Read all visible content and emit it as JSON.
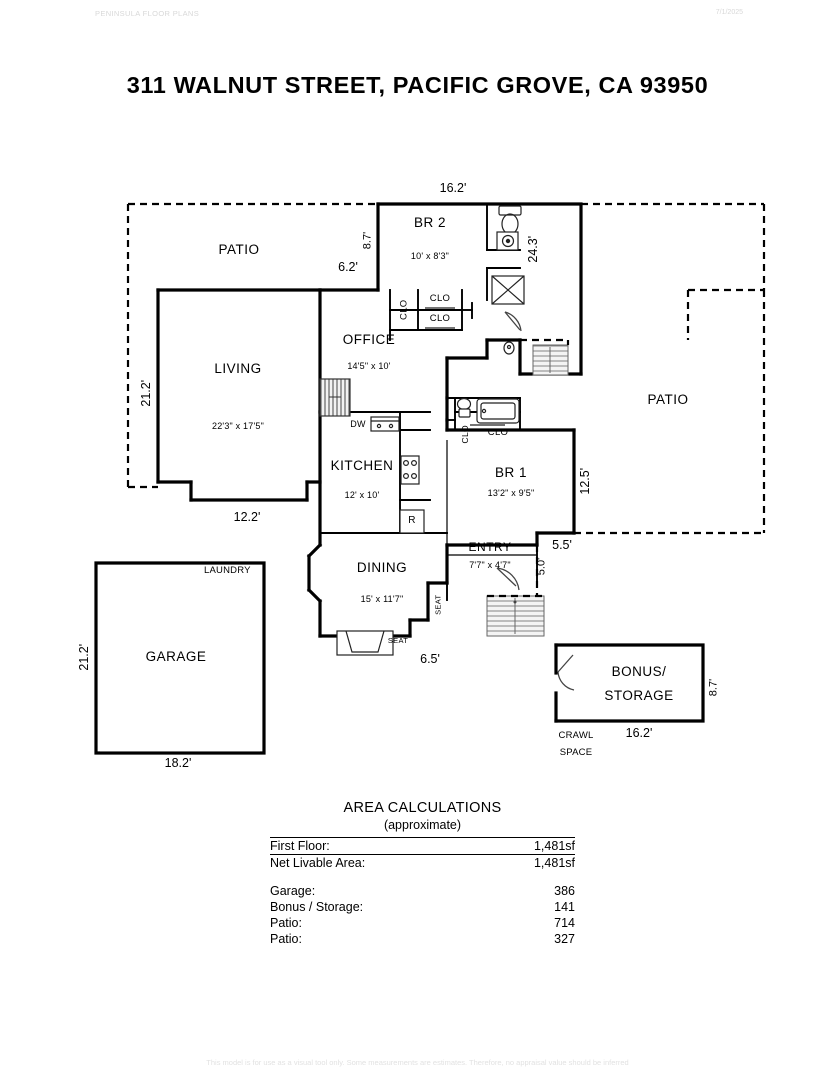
{
  "header": {
    "left": "PENINSULA FLOOR PLANS",
    "right": "7/1/2025"
  },
  "title": "311 WALNUT STREET, PACIFIC GROVE, CA  93950",
  "footer": "This model is for use as a visual tool only.  Some measurements are estimates. Therefore, no appraisal value should be inferred",
  "rooms": {
    "patio_left": {
      "name": "PATIO"
    },
    "patio_right": {
      "name": "PATIO"
    },
    "br2": {
      "name": "BR 2",
      "dim": "10' x 8'3\""
    },
    "office": {
      "name": "OFFICE",
      "dim": "14'5\" x 10'"
    },
    "living": {
      "name": "LIVING",
      "dim": "22'3\" x 17'5\""
    },
    "kitchen": {
      "name": "KITCHEN",
      "dim": "12' x 10'"
    },
    "dining": {
      "name": "DINING",
      "dim": "15' x 11'7\""
    },
    "br1": {
      "name": "BR 1",
      "dim": "13'2\" x 9'5\""
    },
    "entry": {
      "name": "ENTRY",
      "dim": "7'7\" x 4'7\""
    },
    "garage": {
      "name": "GARAGE"
    },
    "laundry": {
      "name": "LAUNDRY"
    },
    "bonus": {
      "name_line1": "BONUS/",
      "name_line2": "STORAGE"
    },
    "crawl": {
      "line1": "CRAWL",
      "line2": "SPACE"
    }
  },
  "closets": {
    "br2_vertical": "CLO",
    "br2_upper": "CLO",
    "br2_lower": "CLO",
    "br1_vertical": "CLO",
    "br1_main": "CLO"
  },
  "appliances": {
    "dishwasher": "DW",
    "refrigerator": "R"
  },
  "seats": {
    "vertical": "SEAT",
    "horizontal": "SEAT"
  },
  "dimensions": {
    "top_main": "16.2'",
    "br2_left": "8.7'",
    "patio_step": "6.2'",
    "right_upper": "24.3'",
    "living_left": "21.2'",
    "living_bottom": "12.2'",
    "br1_right": "12.5'",
    "entry_right_small": "5.0'",
    "entry_right": "5.5'",
    "dining_bottom": "6.5'",
    "garage_left": "21.2'",
    "garage_bottom": "18.2'",
    "bonus_right": "8.7'",
    "bonus_bottom": "16.2'"
  },
  "area_calculations": {
    "title": "AREA CALCULATIONS",
    "subtitle": "(approximate)",
    "rows": [
      {
        "label": "First  Floor:",
        "value": "1,481sf"
      },
      {
        "label": "Net Livable Area:",
        "value": "1,481sf"
      },
      {
        "label": "Garage:",
        "value": "386"
      },
      {
        "label": "Bonus / Storage:",
        "value": "141"
      },
      {
        "label": "Patio:",
        "value": "714"
      },
      {
        "label": "Patio:",
        "value": "327"
      }
    ]
  },
  "colors": {
    "wall": "#000000",
    "background": "#ffffff",
    "faint_text": "#d8d8d8"
  }
}
